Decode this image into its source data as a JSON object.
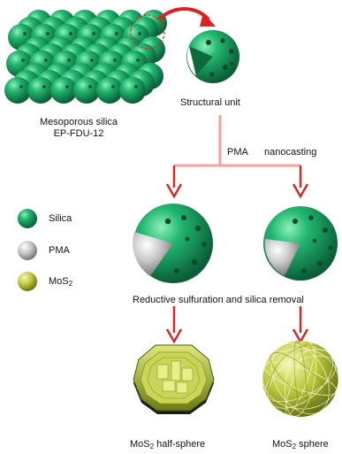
{
  "labels": {
    "mesoporous_line1": "Mesoporous silica",
    "mesoporous_line2": "EP-FDU-12",
    "structural_unit": "Structural unit",
    "pma": "PMA",
    "nanocasting": "nanocasting",
    "process": "Reductive sulfuration and silica removal",
    "half_sphere_main": "MoS",
    "half_sphere_sub": "2",
    "half_sphere_rest": " half-sphere",
    "sphere_main": "MoS",
    "sphere_sub": "2",
    "sphere_rest": " sphere"
  },
  "legend": [
    {
      "label": "Silica",
      "color": "#1fa66a"
    },
    {
      "label": "PMA",
      "color": "#b8b8b8"
    },
    {
      "label_main": "MoS",
      "label_sub": "2",
      "color": "#c4cf49"
    }
  ],
  "colors": {
    "silica": "#1fa66a",
    "pma": "#b8b8b8",
    "mos2": "#c4cf49",
    "arrow_red": "#e02020",
    "connector_pink": "#f2a0a0"
  }
}
